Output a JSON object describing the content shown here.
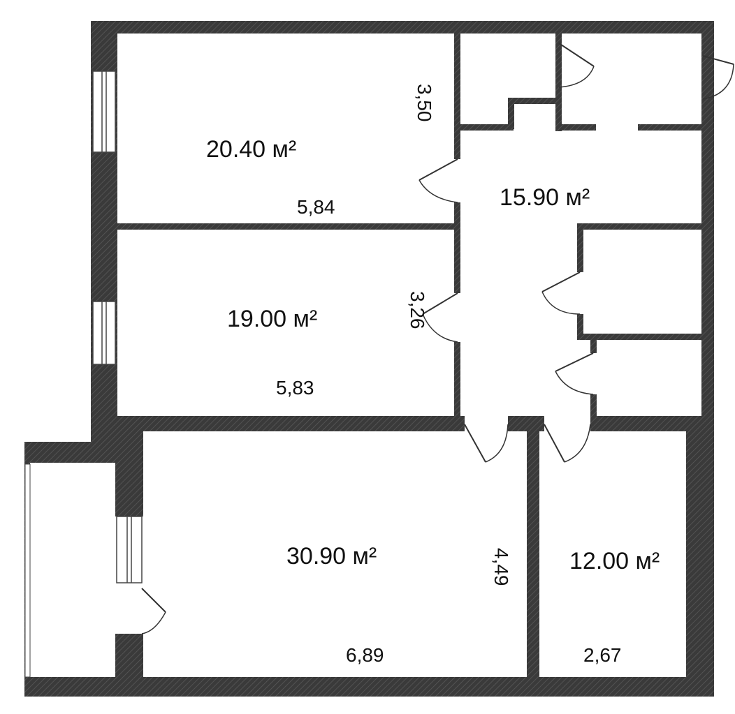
{
  "colors": {
    "wall": "#333333",
    "hatch": "#555555",
    "background": "#ffffff",
    "text": "#111111"
  },
  "rooms": [
    {
      "id": "room-1",
      "area": "20.40 м²",
      "width": "5,84",
      "depth": "3,50"
    },
    {
      "id": "room-2",
      "area": "19.00 м²",
      "width": "5,83",
      "depth": "3,26"
    },
    {
      "id": "hall",
      "area": "15.90 м²"
    },
    {
      "id": "living",
      "area": "30.90 м²",
      "width": "6,89",
      "depth": "4,49"
    },
    {
      "id": "kitchen",
      "area": "12.00 м²",
      "width": "2,67"
    }
  ]
}
